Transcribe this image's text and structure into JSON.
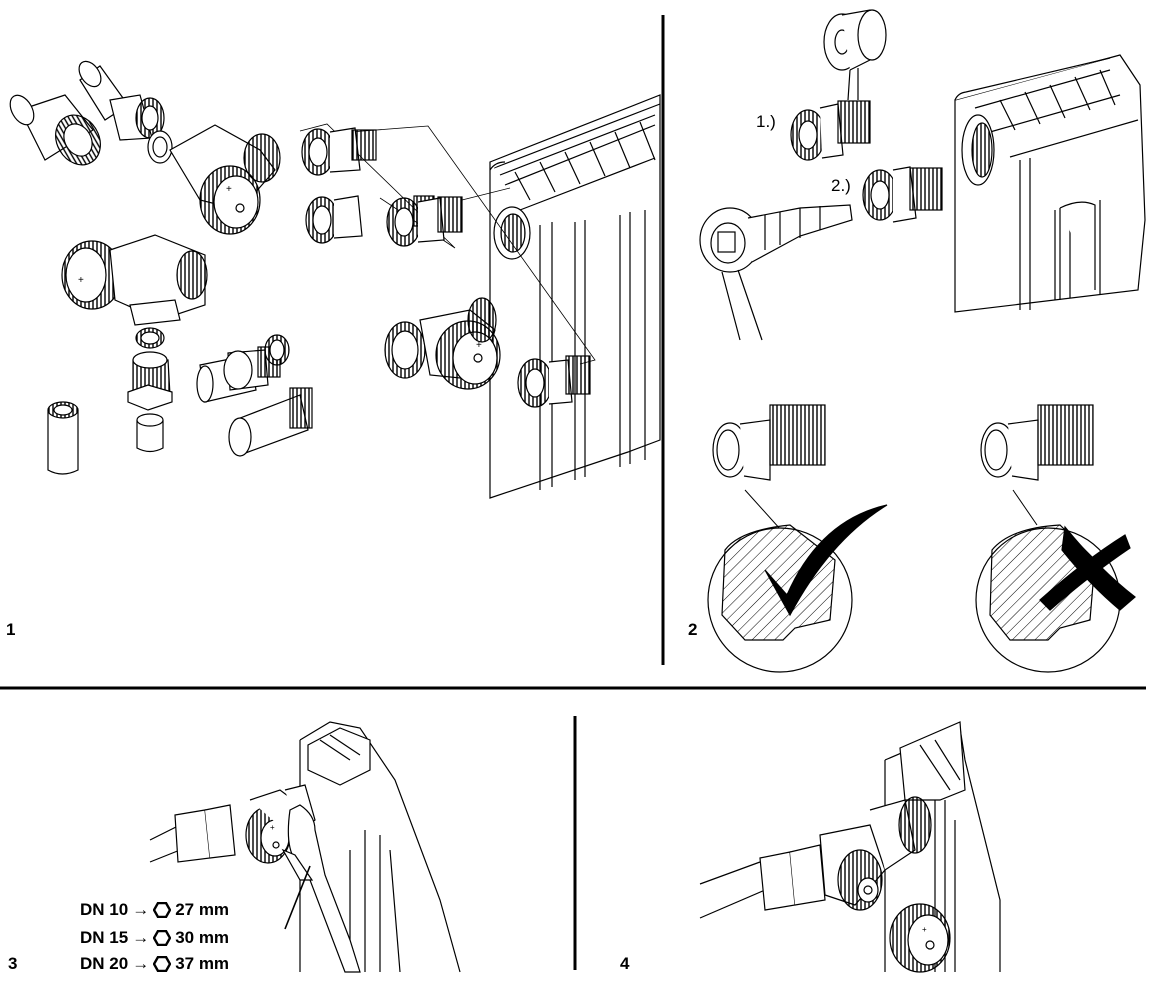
{
  "panels": [
    {
      "id": "1",
      "label": "1",
      "description": "Exploded view of thermostatic valve connection parts to radiator"
    },
    {
      "id": "2",
      "label": "2",
      "description": "Valve insert fitting with key; correct vs incorrect seal seating",
      "steps": [
        "1.)",
        "2.)"
      ],
      "checks": [
        {
          "name": "correct",
          "symbol": "check"
        },
        {
          "name": "incorrect",
          "symbol": "cross"
        }
      ]
    },
    {
      "id": "3",
      "label": "3",
      "description": "Tightening union nut with open-end wrench",
      "wrench_sizes": [
        {
          "dn": "DN 10",
          "arrow": "→",
          "size": "27 mm"
        },
        {
          "dn": "DN 15",
          "arrow": "→",
          "size": "30 mm"
        },
        {
          "dn": "DN 20",
          "arrow": "→",
          "size": "37 mm"
        }
      ]
    },
    {
      "id": "4",
      "label": "4",
      "description": "Mounted valve with handwheel removed"
    }
  ],
  "colors": {
    "line": "#000000",
    "background": "#ffffff"
  }
}
